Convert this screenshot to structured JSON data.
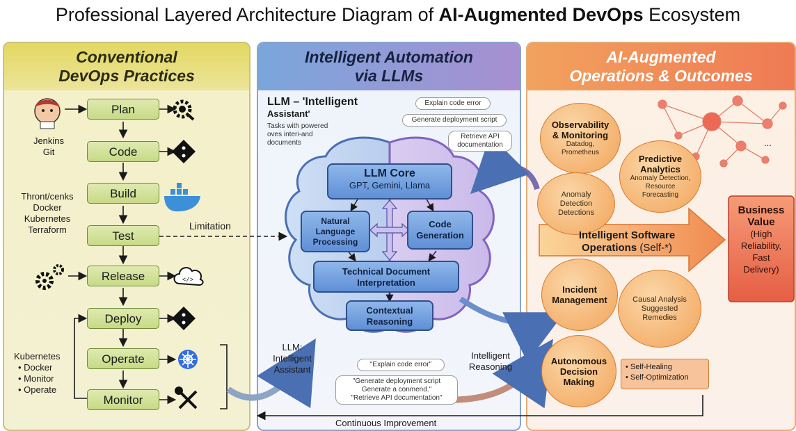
{
  "title": {
    "prefix": "Professional Layered Architecture Diagram of ",
    "bold": "AI-Augmented DevOps",
    "suffix": " Ecosystem"
  },
  "left_panel": {
    "heading_line1": "Conventional",
    "heading_line2": "DevOps Practices",
    "steps": [
      "Plan",
      "Code",
      "Build",
      "Test",
      "Release",
      "Deploy",
      "Operate",
      "Monitor"
    ],
    "tools_top": [
      "Jenkins",
      "Git"
    ],
    "tools_build": [
      "Thront/cenks",
      "Docker",
      "Kubernetes",
      "Terraform"
    ],
    "ops_list": [
      "Kubernetes",
      "• Docker",
      "• Monitor",
      "• Operate"
    ],
    "limitation_label": "Limitation"
  },
  "middle_panel": {
    "heading_line1": "Intelligent Automation",
    "heading_line2": "via LLMs",
    "llm_title_line1": "LLM – 'Intelligent",
    "llm_title_line2": "Assistant'",
    "llm_desc_lines": [
      "Tasks with powered",
      "oves interi-and",
      "documents"
    ],
    "bubbles_top": [
      "Explain code error",
      "Generate deployment script",
      "Retrieve API documentation"
    ],
    "core_title": "LLM Core",
    "core_models": "GPT, Gemini, Llama",
    "nlp": [
      "Natural",
      "Language",
      "Processing"
    ],
    "codegen": [
      "Code",
      "Generation"
    ],
    "tech_doc": [
      "Technical Document",
      "Interpretation"
    ],
    "contextual": [
      "Contextual",
      "Reasoning"
    ],
    "llm_assistant": [
      "LLM:",
      "Intelligent",
      "Assistant"
    ],
    "intelligent_reasoning": [
      "Intelligent",
      "Reasoning"
    ],
    "bubble_bottom_1": "\"Explain code error\"",
    "bubble_bottom_2": [
      "\"Generate deployment script",
      "Generate a conmend.\"",
      "\"Retrieve API documentation\""
    ],
    "continuous_improvement": "Continuous Improvement"
  },
  "right_panel": {
    "heading_line1": "AI-Augmented",
    "heading_line2": "Operations & Outcomes",
    "observability": {
      "title": [
        "Observability",
        "& Monitoring"
      ],
      "sub": [
        "Datadog,",
        "Prometheus"
      ]
    },
    "predictive": {
      "title": [
        "Predictive",
        "Analytics"
      ],
      "sub": [
        "Anomaly Detection,",
        "Resource",
        "Forecasting"
      ]
    },
    "anomaly": [
      "Anomaly",
      "Detection",
      "Detections"
    ],
    "iso": {
      "bold": "Intelligent Software",
      "bold2": "Operations",
      "suffix": " (Self-*)"
    },
    "incident": [
      "Incident",
      "Management"
    ],
    "causal": [
      "Causal Analysis",
      "Suggested",
      "Remedies"
    ],
    "autonomous": [
      "Autonomous",
      "Decision",
      "Making"
    ],
    "self_list": [
      "• Self-Healing",
      "• Self-Optimization"
    ],
    "business_value": {
      "title": [
        "Business",
        "Value"
      ],
      "sub": [
        "(High",
        "Reliability,",
        "Fast",
        "Delivery)"
      ]
    },
    "ellipsis": "..."
  },
  "colors": {
    "left_accent": "#e3d861",
    "mid_accent": "#7aa6dc",
    "right_accent": "#f2a25e",
    "step_fill": "#c7da86",
    "llm_box": "#5f8fd6",
    "orange_circle": "#f2a45a",
    "business_value": "#e8604a"
  },
  "icons": [
    "jenkins-avatar-icon",
    "gear-search-icon",
    "git-icon",
    "docker-icon",
    "gears-icon",
    "cloud-code-icon",
    "kubernetes-icon",
    "tools-icon",
    "network-graph-icon"
  ]
}
